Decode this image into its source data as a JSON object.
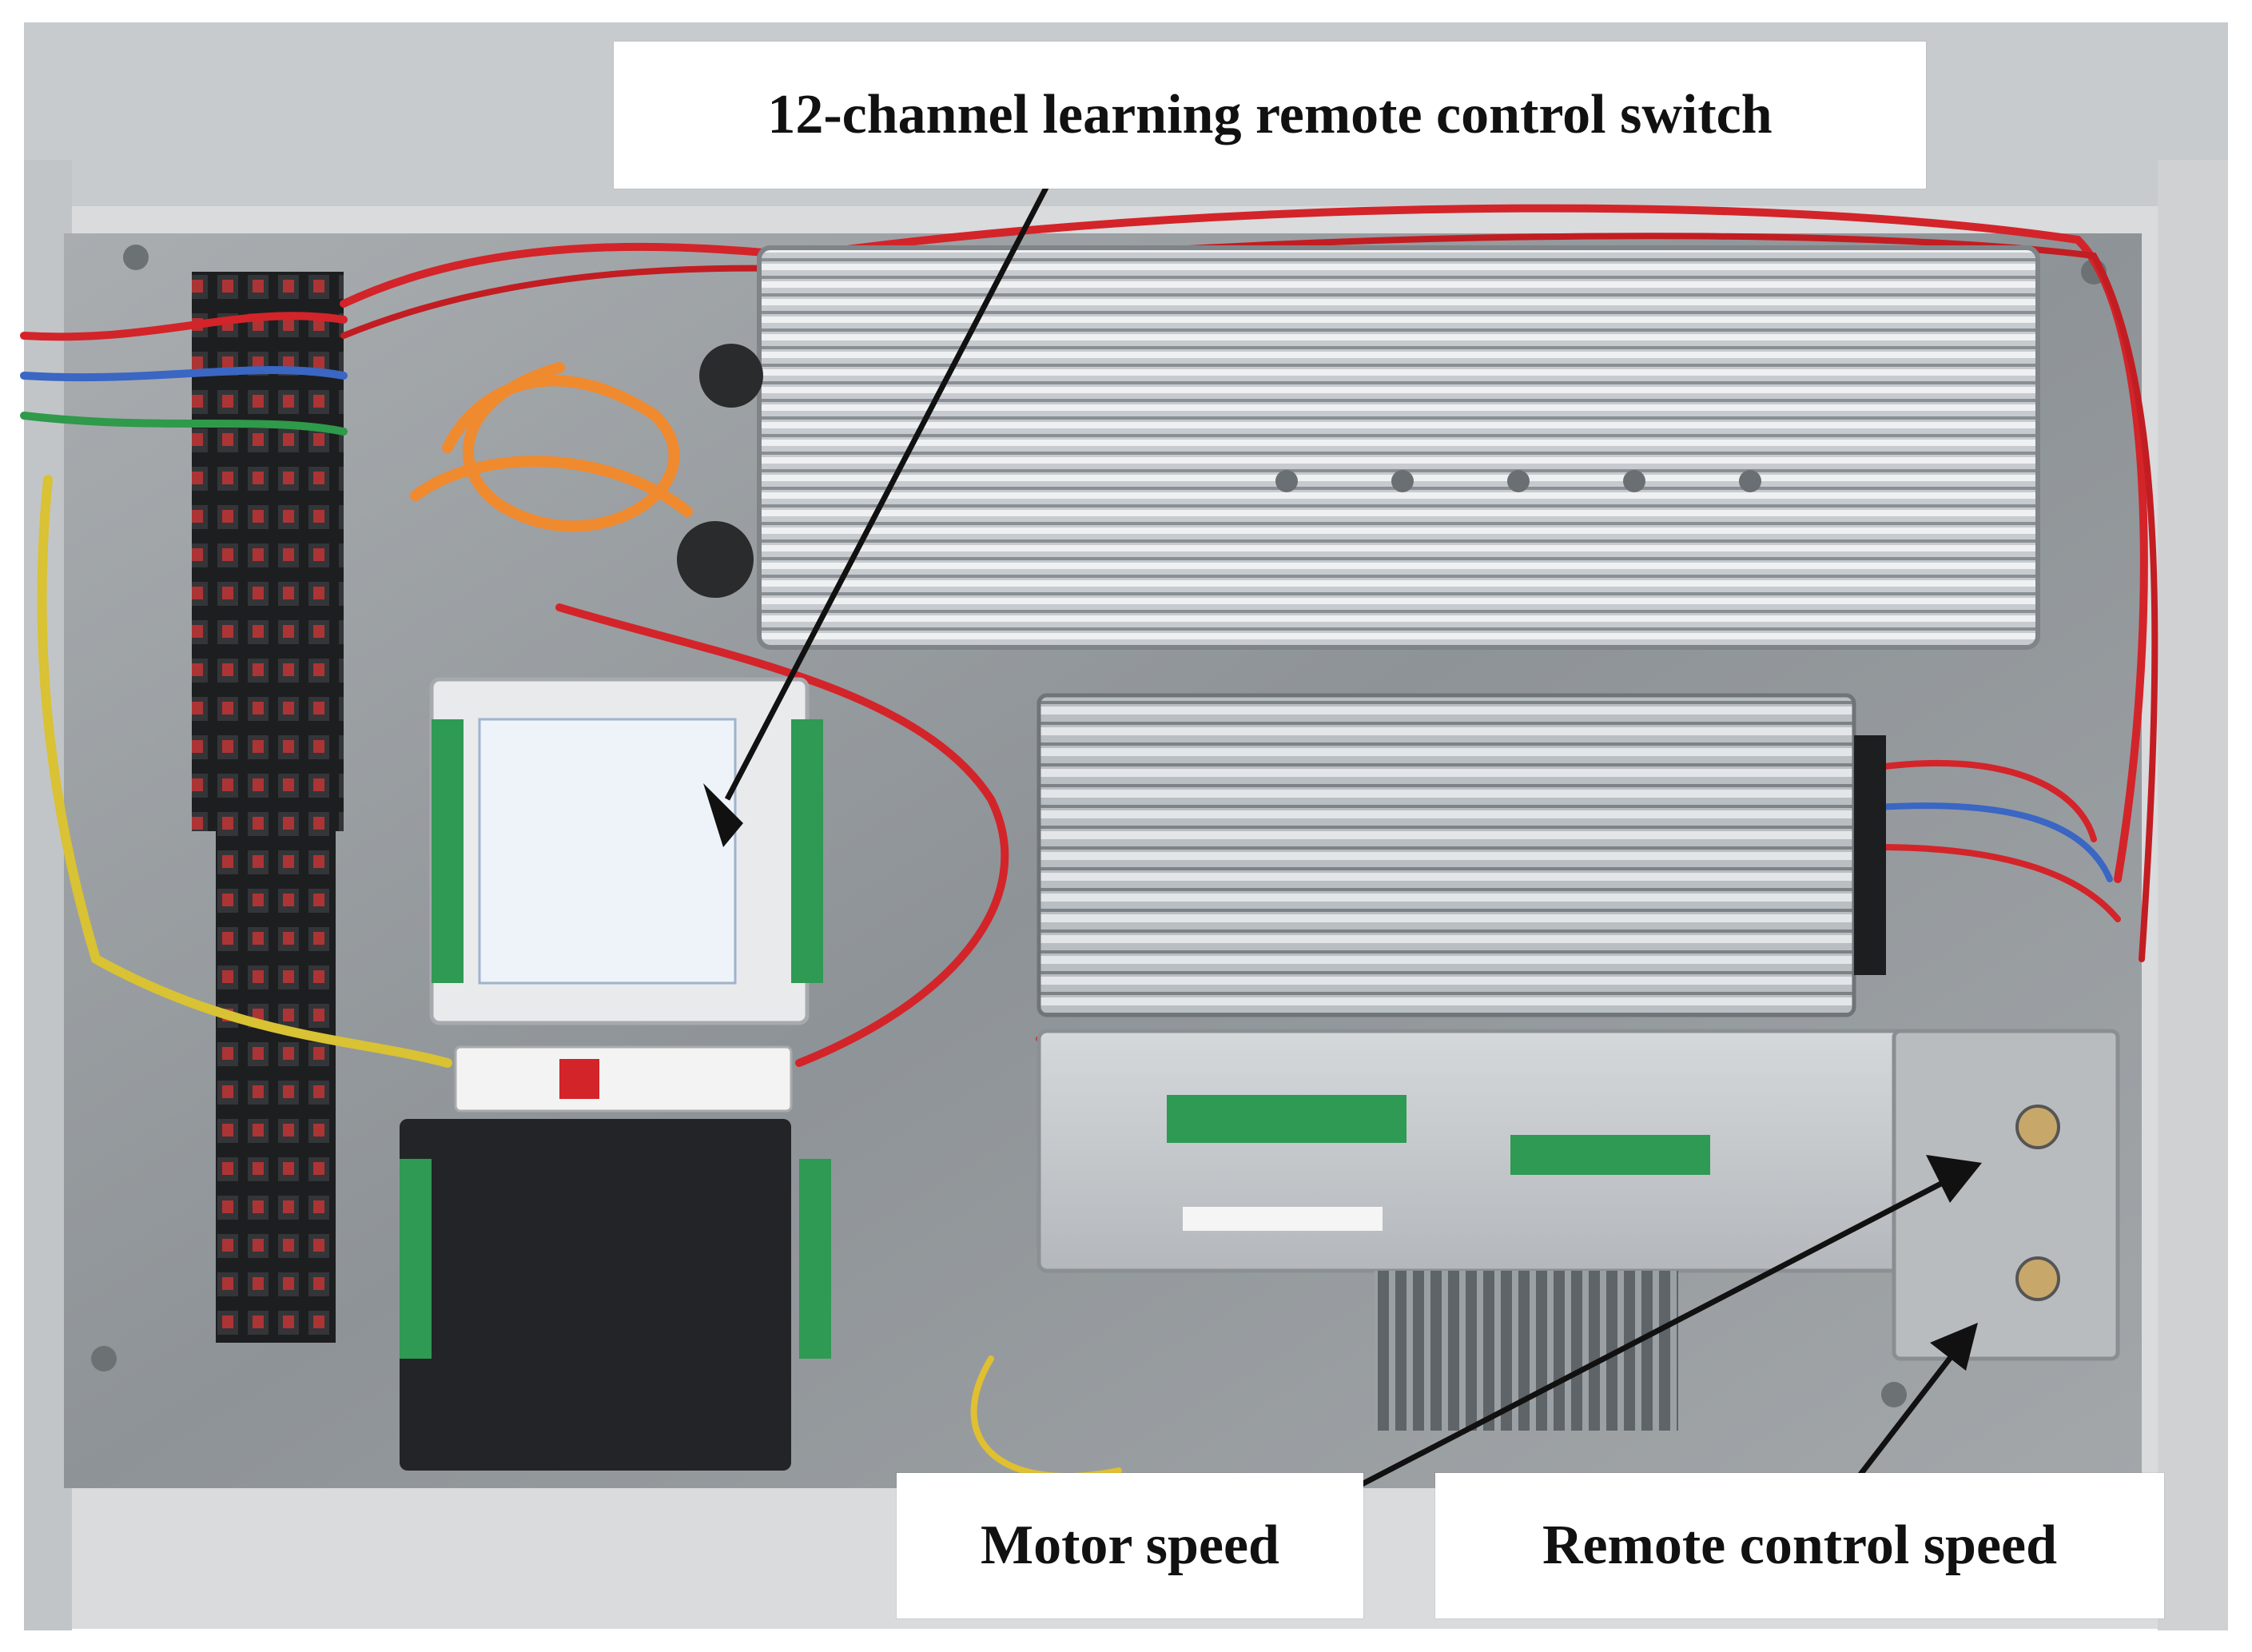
{
  "labels": {
    "top": "12-channel learning remote control switch",
    "motor_speed": "Motor speed",
    "remote_speed": "Remote control speed"
  },
  "colors": {
    "enclosure": "#d9dbdc",
    "backplate": "#9ea3a6",
    "heatsink": "#b7bcc0",
    "wire_red": "#d3242a",
    "wire_orange": "#f08a2e",
    "terminal_black": "#1d1e20",
    "arrow": "#111111"
  },
  "icons": [
    "arrow-icon"
  ]
}
